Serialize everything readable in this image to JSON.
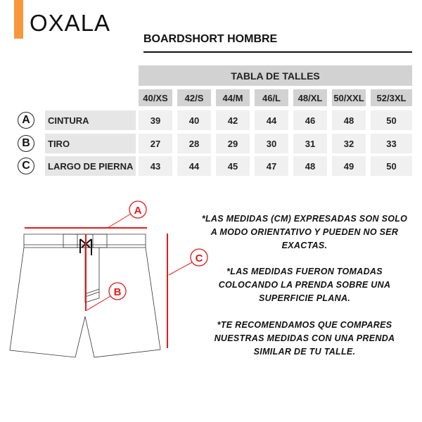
{
  "brand": {
    "name": "OXALA",
    "accent": "#f7963c"
  },
  "title": "BOARDSHORT HOMBRE",
  "table": {
    "caption": "TABLA DE TALLES",
    "sizes": [
      "40/XS",
      "42/S",
      "44/M",
      "46/L",
      "48/XL",
      "50/XXL",
      "52/3XL"
    ],
    "rows": [
      {
        "key": "A",
        "label": "CINTURA",
        "values": [
          "39",
          "40",
          "42",
          "44",
          "46",
          "48",
          "50"
        ]
      },
      {
        "key": "B",
        "label": "TIRO",
        "values": [
          "27",
          "28",
          "29",
          "30",
          "31",
          "32",
          "33"
        ]
      },
      {
        "key": "C",
        "label": "LARGO DE PIERNA",
        "values": [
          "43",
          "44",
          "45",
          "47",
          "48",
          "49",
          "50"
        ]
      }
    ]
  },
  "diagram": {
    "markers": [
      "A",
      "B",
      "C"
    ],
    "line_color": "#e31b1b"
  },
  "notes": [
    "*LAS MEDIDAS (CM) EXPRESADAS SON SOLO A MODO ORIENTATIVO Y PUEDEN NO SER EXACTAS.",
    "*LAS MEDIDAS FUERON TOMADAS COLOCANDO LA PRENDA SOBRE UNA SUPERFICIE PLANA.",
    "*TE RECOMENDAMOS QUE COMPARES NUESTRAS MEDIDAS CON UNA PRENDA SIMILAR DE TU TALLE."
  ]
}
